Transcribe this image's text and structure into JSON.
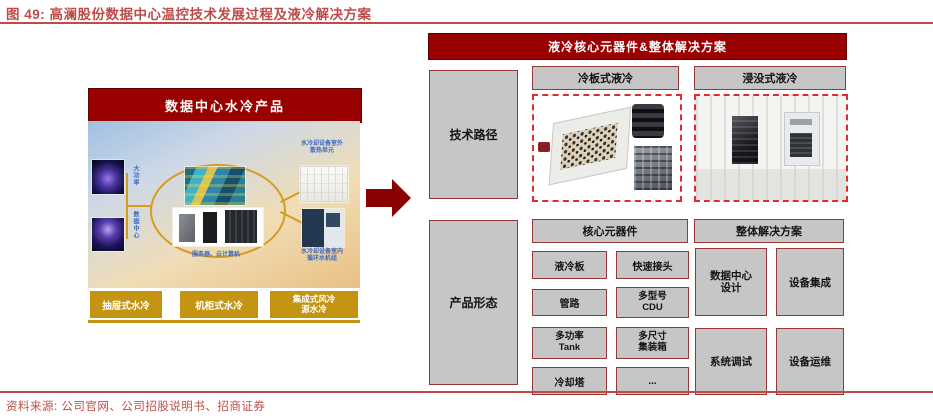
{
  "title": "图 49: 高澜股份数据中心温控技术发展过程及液冷解决方案",
  "source": "资料来源: 公司官网、公司招股说明书、招商证券",
  "colors": {
    "header_maroon": "#990000",
    "box_gray": "#C6C6C6",
    "box_border_red": "#953735",
    "gold": "#C49413",
    "accent_red": "#BE4B48",
    "dashed_red": "#E02B2B",
    "label_blue": "#3b6bc7"
  },
  "left_panel": {
    "header": "数据中心水冷产品",
    "vertical_label_top": "大功率",
    "vertical_label_bottom": "数据中心",
    "ellipse_caption": "服务器、云计算机",
    "right_top_photo_label": "水冷却设备室外\n散热单元",
    "right_bottom_photo_label": "水冷却设备室内\n循环水机组",
    "bottom_boxes": [
      "抽屉式水冷",
      "机柜式水冷",
      "集成式风冷\n源水冷"
    ]
  },
  "right_panel": {
    "header": "液冷核心元器件&整体解决方案",
    "row_labels": [
      "技术路径",
      "产品形态"
    ],
    "tech_columns": [
      "冷板式液冷",
      "浸没式液冷"
    ],
    "product_headers": [
      "核心元器件",
      "整体解决方案"
    ],
    "core_components": [
      "液冷板",
      "快速接头",
      "管路",
      "多型号\nCDU",
      "多功率\nTank",
      "多尺寸\n集装箱",
      "冷却塔",
      "..."
    ],
    "solutions": [
      "数据中心\n设计",
      "设备集成",
      "系统调试",
      "设备运维"
    ]
  }
}
